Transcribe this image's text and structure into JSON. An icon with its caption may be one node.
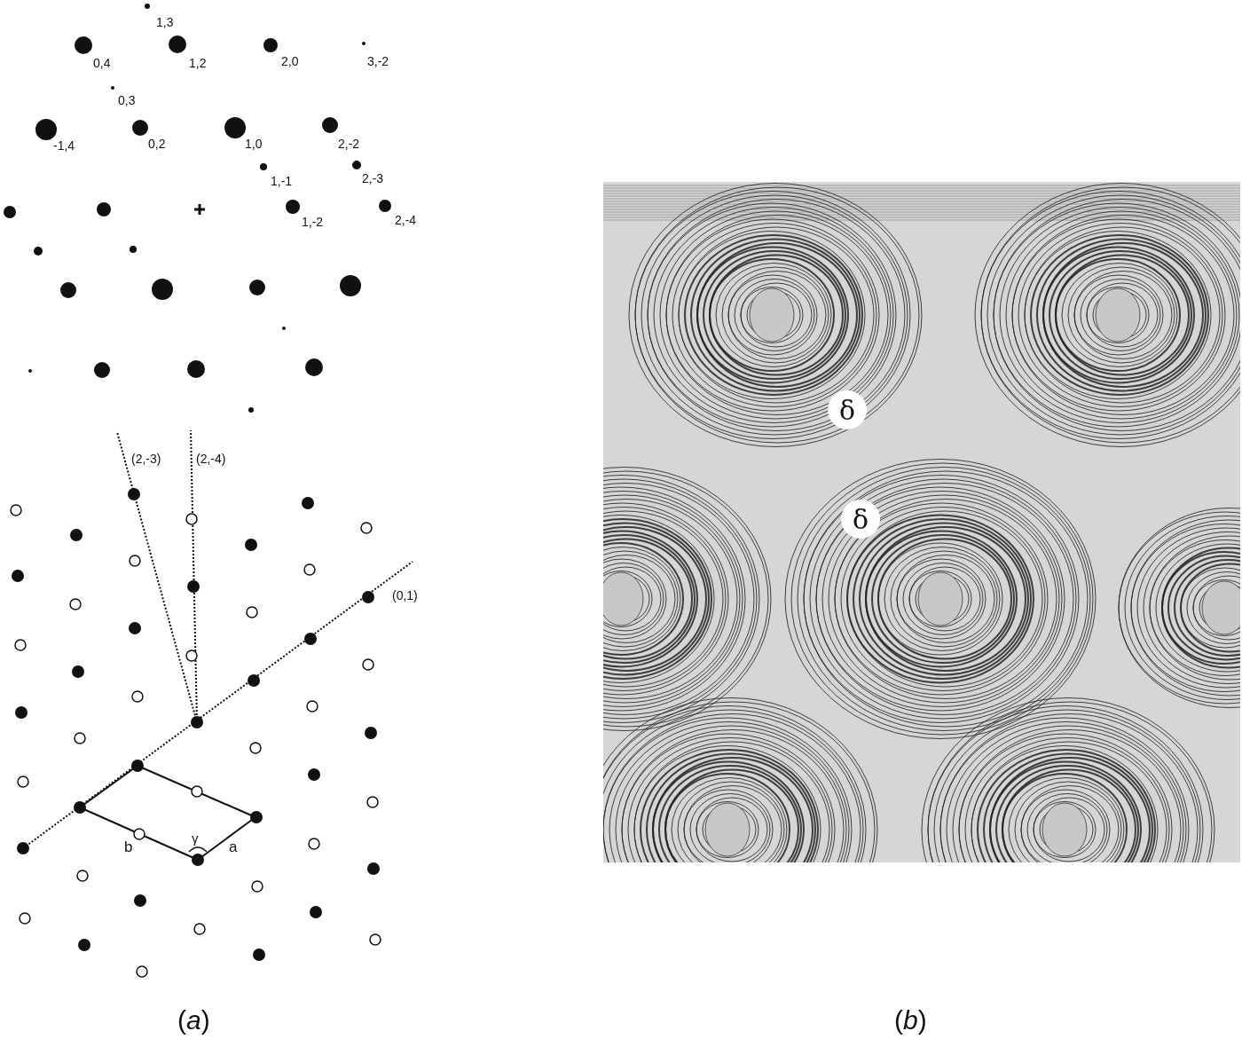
{
  "diagram": {
    "nodes": [
      {
        "text": [],
        "shape": "picture"
      },
      {
        "text": [
          "δ"
        ],
        "in": 0
      },
      {
        "text": [
          "δ"
        ],
        "in": 0
      }
    ],
    "edges": [],
    "labels": [
      "1,3",
      "0,4",
      "1,2",
      "2,0",
      "3,-2",
      "0,3",
      "-1,4",
      "0,2",
      "1,0",
      "2,-2",
      "1,-1",
      "2,-3",
      "1,-2",
      "2,-4",
      "(2,-3)",
      "(2,-4)",
      "(0,1)",
      "γ",
      "b",
      "a",
      "(*a*)",
      "(*b*)"
    ]
  }
}
